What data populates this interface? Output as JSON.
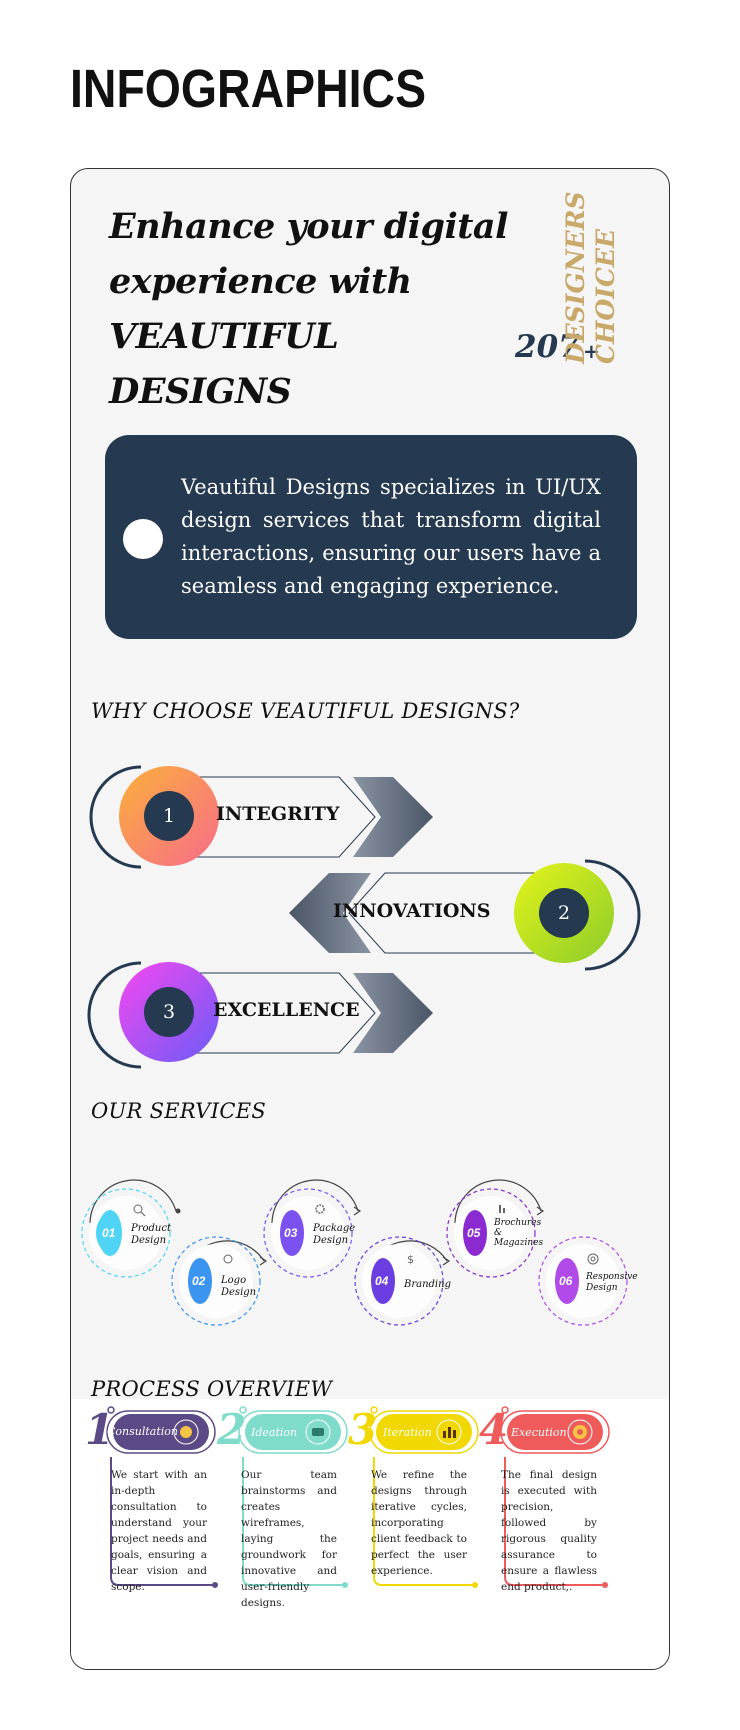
{
  "page": {
    "heading": "INFOGRAPHICS"
  },
  "hero": {
    "headline_lines": [
      "Enhance your digital",
      "experience with",
      "VEAUTIFUL DESIGNS"
    ],
    "stat_number": "207",
    "stat_plus": "+",
    "vertical_lines": [
      "DESIGNERS",
      "CHOICEE"
    ]
  },
  "intro": {
    "text": "Veautiful Designs specializes in UI/UX design services that transform digital interactions, ensuring our users have a seamless and engaging experience."
  },
  "why": {
    "title": "WHY CHOOSE VEAUTIFUL DESIGNS?",
    "items": [
      {
        "number": "1",
        "label": "INTEGRITY",
        "gradient": [
          "#fbb03b",
          "#f76b8a"
        ]
      },
      {
        "number": "2",
        "label": "INNOVATIONS",
        "gradient": [
          "#e4f41a",
          "#8ccc2a"
        ]
      },
      {
        "number": "3",
        "label": "EXCELLENCE",
        "gradient": [
          "#f548f0",
          "#6a5cf7"
        ]
      }
    ]
  },
  "services": {
    "title": "OUR SERVICES",
    "items": [
      {
        "number": "01",
        "label_lines": [
          "Product",
          "Design"
        ],
        "color": "#4fd4f5",
        "icon": "search-icon"
      },
      {
        "number": "02",
        "label_lines": [
          "Logo",
          "Design"
        ],
        "color": "#3a94f0",
        "icon": "lightbulb-icon"
      },
      {
        "number": "03",
        "label_lines": [
          "Package",
          "Design"
        ],
        "color": "#7b52f0",
        "icon": "gear-icon"
      },
      {
        "number": "04",
        "label_lines": [
          "Branding"
        ],
        "color": "#6a3ee0",
        "icon": "dollar-icon"
      },
      {
        "number": "05",
        "label_lines": [
          "Brochures",
          "&",
          "Magazines"
        ],
        "color": "#8a2ad0",
        "icon": "chart-icon"
      },
      {
        "number": "06",
        "label_lines": [
          "Responsive",
          "Design"
        ],
        "color": "#b04ae8",
        "icon": "target-icon"
      }
    ]
  },
  "process": {
    "title": "PROCESS OVERVIEW",
    "steps": [
      {
        "number": "1",
        "label": "Consultation",
        "color": "#5b4a86",
        "icon": "lightbulb-icon",
        "text": "We start with an in-depth consultation to understand your project needs and goals, ensuring a clear vision and scope."
      },
      {
        "number": "2",
        "label": "Ideation",
        "color": "#7fdccb",
        "icon": "handshake-icon",
        "text": "Our team brainstorms and creates wireframes, laying the groundwork for innovative and user-friendly designs."
      },
      {
        "number": "3",
        "label": "Iteration",
        "color": "#f0d800",
        "icon": "chart-icon",
        "text": "We refine the designs through iterative cycles, incorporating client feedback to perfect the user experience."
      },
      {
        "number": "4",
        "label": "Execution",
        "color": "#ef5a5a",
        "icon": "target-icon",
        "text": "The final design is executed with precision, followed by rigorous quality assurance to ensure a flawless end product,."
      }
    ]
  }
}
